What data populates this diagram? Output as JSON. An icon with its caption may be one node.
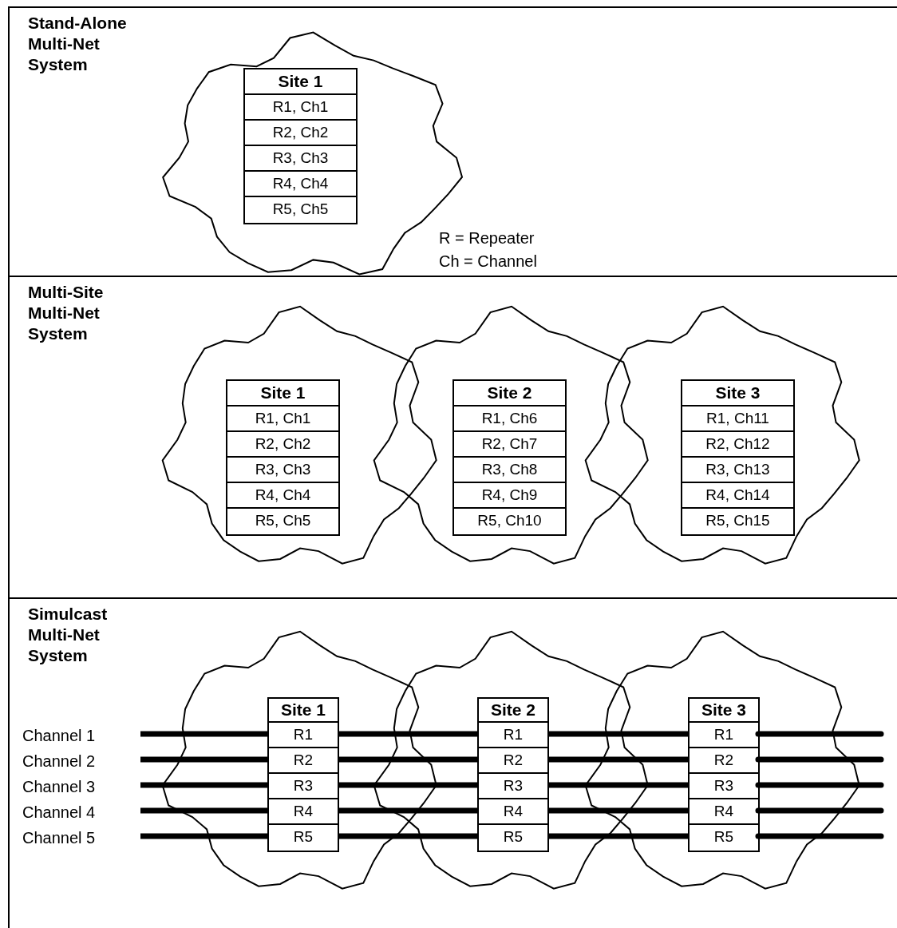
{
  "diagram": {
    "nodes": [
      {
        "text": [
          "Stand-Alone Multi-Net System"
        ]
      },
      {
        "text": [],
        "shape": "cloud",
        "in": 0
      },
      {
        "text": [
          "Site 1",
          "R1, Ch1",
          "R2, Ch2",
          "R3, Ch3",
          "R4, Ch4",
          "R5, Ch5"
        ],
        "in": 1
      },
      {
        "text": [
          "Multi-Site Multi-Net System"
        ]
      },
      {
        "text": [],
        "shape": "cloud",
        "in": 3
      },
      {
        "text": [],
        "shape": "cloud",
        "in": 3
      },
      {
        "text": [],
        "shape": "cloud",
        "in": 3
      },
      {
        "text": [
          "Site 1",
          "R1, Ch1",
          "R2, Ch2",
          "R3, Ch3",
          "R4, Ch4",
          "R5, Ch5"
        ],
        "in": 4
      },
      {
        "text": [
          "Site 2",
          "R1, Ch6",
          "R2, Ch7",
          "R3, Ch8",
          "R4, Ch9",
          "R5, Ch10"
        ],
        "in": 5
      },
      {
        "text": [
          "Site 3",
          "R1, Ch11",
          "R2, Ch12",
          "R3, Ch13",
          "R4, Ch14",
          "R5, Ch15"
        ],
        "in": 6
      },
      {
        "text": [
          "Simulcast Multi-Net System"
        ]
      },
      {
        "text": [],
        "shape": "cloud",
        "in": 10
      },
      {
        "text": [],
        "shape": "cloud",
        "in": 10
      },
      {
        "text": [],
        "shape": "cloud",
        "in": 10
      },
      {
        "text": [
          "Channel 1"
        ],
        "in": 10
      },
      {
        "text": [
          "Channel 2"
        ],
        "in": 10
      },
      {
        "text": [
          "Channel 3"
        ],
        "in": 10
      },
      {
        "text": [
          "Channel 4"
        ],
        "in": 10
      },
      {
        "text": [
          "Channel 5"
        ],
        "in": 10
      },
      {
        "text": [
          "Site 1"
        ],
        "in": 11
      },
      {
        "text": [
          "R1"
        ],
        "in": 19
      },
      {
        "text": [
          "R2"
        ],
        "in": 19
      },
      {
        "text": [
          "R3"
        ],
        "in": 19
      },
      {
        "text": [
          "R4"
        ],
        "in": 19
      },
      {
        "text": [
          "R5"
        ],
        "in": 19
      },
      {
        "text": [
          "Site 2"
        ],
        "in": 12
      },
      {
        "text": [
          "R1"
        ],
        "in": 25
      },
      {
        "text": [
          "R2"
        ],
        "in": 25
      },
      {
        "text": [
          "R3"
        ],
        "in": 25
      },
      {
        "text": [
          "R4"
        ],
        "in": 25
      },
      {
        "text": [
          "R5"
        ],
        "in": 25
      },
      {
        "text": [
          "Site 3"
        ],
        "in": 13
      },
      {
        "text": [
          "R1"
        ],
        "in": 31
      },
      {
        "text": [
          "R2"
        ],
        "in": 31
      },
      {
        "text": [
          "R3"
        ],
        "in": 31
      },
      {
        "text": [
          "R4"
        ],
        "in": 31
      },
      {
        "text": [
          "R5"
        ],
        "in": 31
      }
    ],
    "edges": [
      {
        "from": 14,
        "to": 20,
        "arrow": "none"
      },
      {
        "from": 20,
        "to": 26,
        "arrow": "none"
      },
      {
        "from": 26,
        "to": 32,
        "arrow": "none"
      },
      {
        "from": 32,
        "to": null,
        "arrow": "none"
      },
      {
        "from": 15,
        "to": 21,
        "arrow": "none"
      },
      {
        "from": 21,
        "to": 27,
        "arrow": "none"
      },
      {
        "from": 27,
        "to": 33,
        "arrow": "none"
      },
      {
        "from": 33,
        "to": null,
        "arrow": "none"
      },
      {
        "from": 16,
        "to": 22,
        "arrow": "none"
      },
      {
        "from": 22,
        "to": 28,
        "arrow": "none"
      },
      {
        "from": 28,
        "to": 34,
        "arrow": "none"
      },
      {
        "from": 34,
        "to": null,
        "arrow": "none"
      },
      {
        "from": 17,
        "to": 23,
        "arrow": "none"
      },
      {
        "from": 23,
        "to": 29,
        "arrow": "none"
      },
      {
        "from": 29,
        "to": 35,
        "arrow": "none"
      },
      {
        "from": 35,
        "to": null,
        "arrow": "none"
      },
      {
        "from": 18,
        "to": 24,
        "arrow": "none"
      },
      {
        "from": 24,
        "to": 30,
        "arrow": "none"
      },
      {
        "from": 30,
        "to": 36,
        "arrow": "none"
      },
      {
        "from": 36,
        "to": null,
        "arrow": "none"
      }
    ],
    "labels": [
      "R = Repeater",
      "Ch = Channel"
    ]
  }
}
